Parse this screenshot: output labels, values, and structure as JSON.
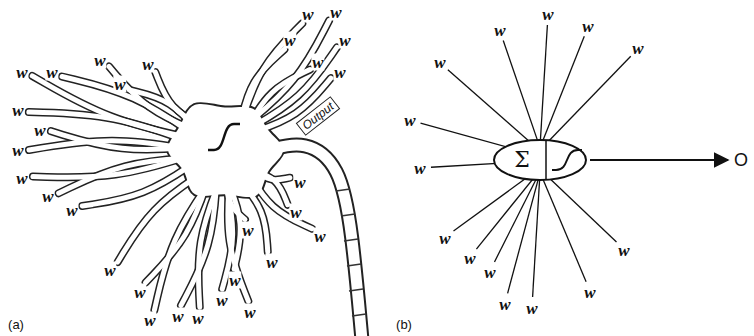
{
  "diagram": {
    "nodes": [
      {
        "text": [
          "Σ"
        ]
      }
    ],
    "labels": [
      "w",
      "w",
      "w",
      "w",
      "w",
      "w",
      "w",
      "w",
      "w",
      "w",
      "w",
      "w",
      "w",
      "w",
      "w",
      "w",
      "w",
      "w",
      "w",
      "w",
      "w",
      "w",
      "w",
      "w",
      "w",
      "w",
      "w",
      "w",
      "w",
      "w",
      "Output",
      "(a)",
      "w",
      "w",
      "w",
      "w",
      "w",
      "w",
      "w",
      "w",
      "w",
      "w",
      "w",
      "w",
      "w",
      "w",
      "O",
      "(b)"
    ]
  }
}
